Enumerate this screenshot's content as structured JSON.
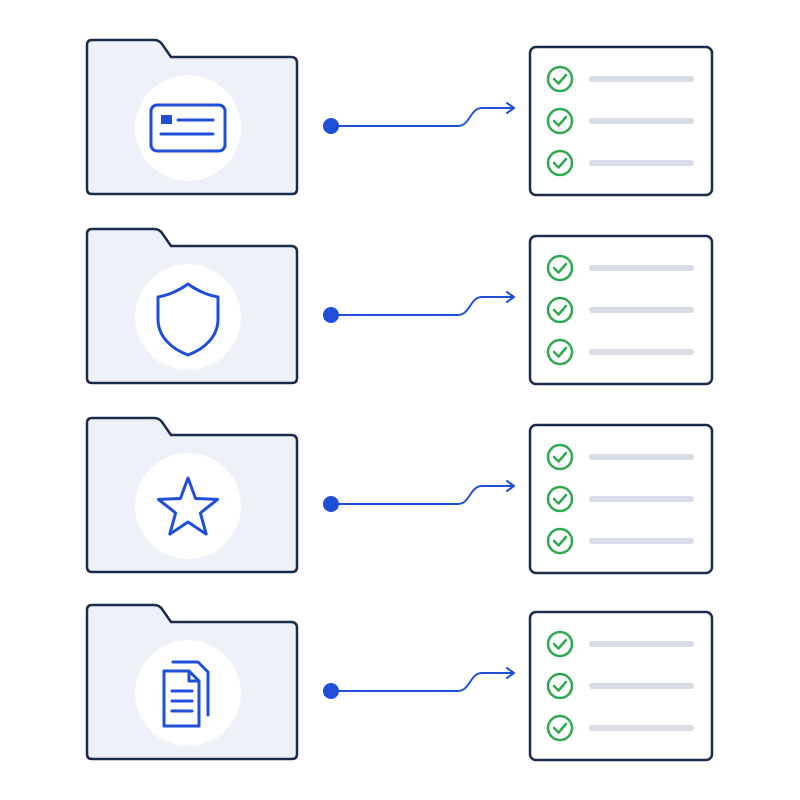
{
  "colors": {
    "background": "#ffffff",
    "folder_fill": "#eef1f7",
    "folder_stroke": "#1a2b4c",
    "icon_circle": "#ffffff",
    "accent_blue": "#1f4fd8",
    "check_green": "#2fa84f",
    "checklist_line": "#d7dce5",
    "card_stroke": "#1a2b4c"
  },
  "rows": [
    {
      "icon": "id-card-icon",
      "checks": 3
    },
    {
      "icon": "shield-icon",
      "checks": 3
    },
    {
      "icon": "star-icon",
      "checks": 3
    },
    {
      "icon": "documents-icon",
      "checks": 3
    }
  ]
}
